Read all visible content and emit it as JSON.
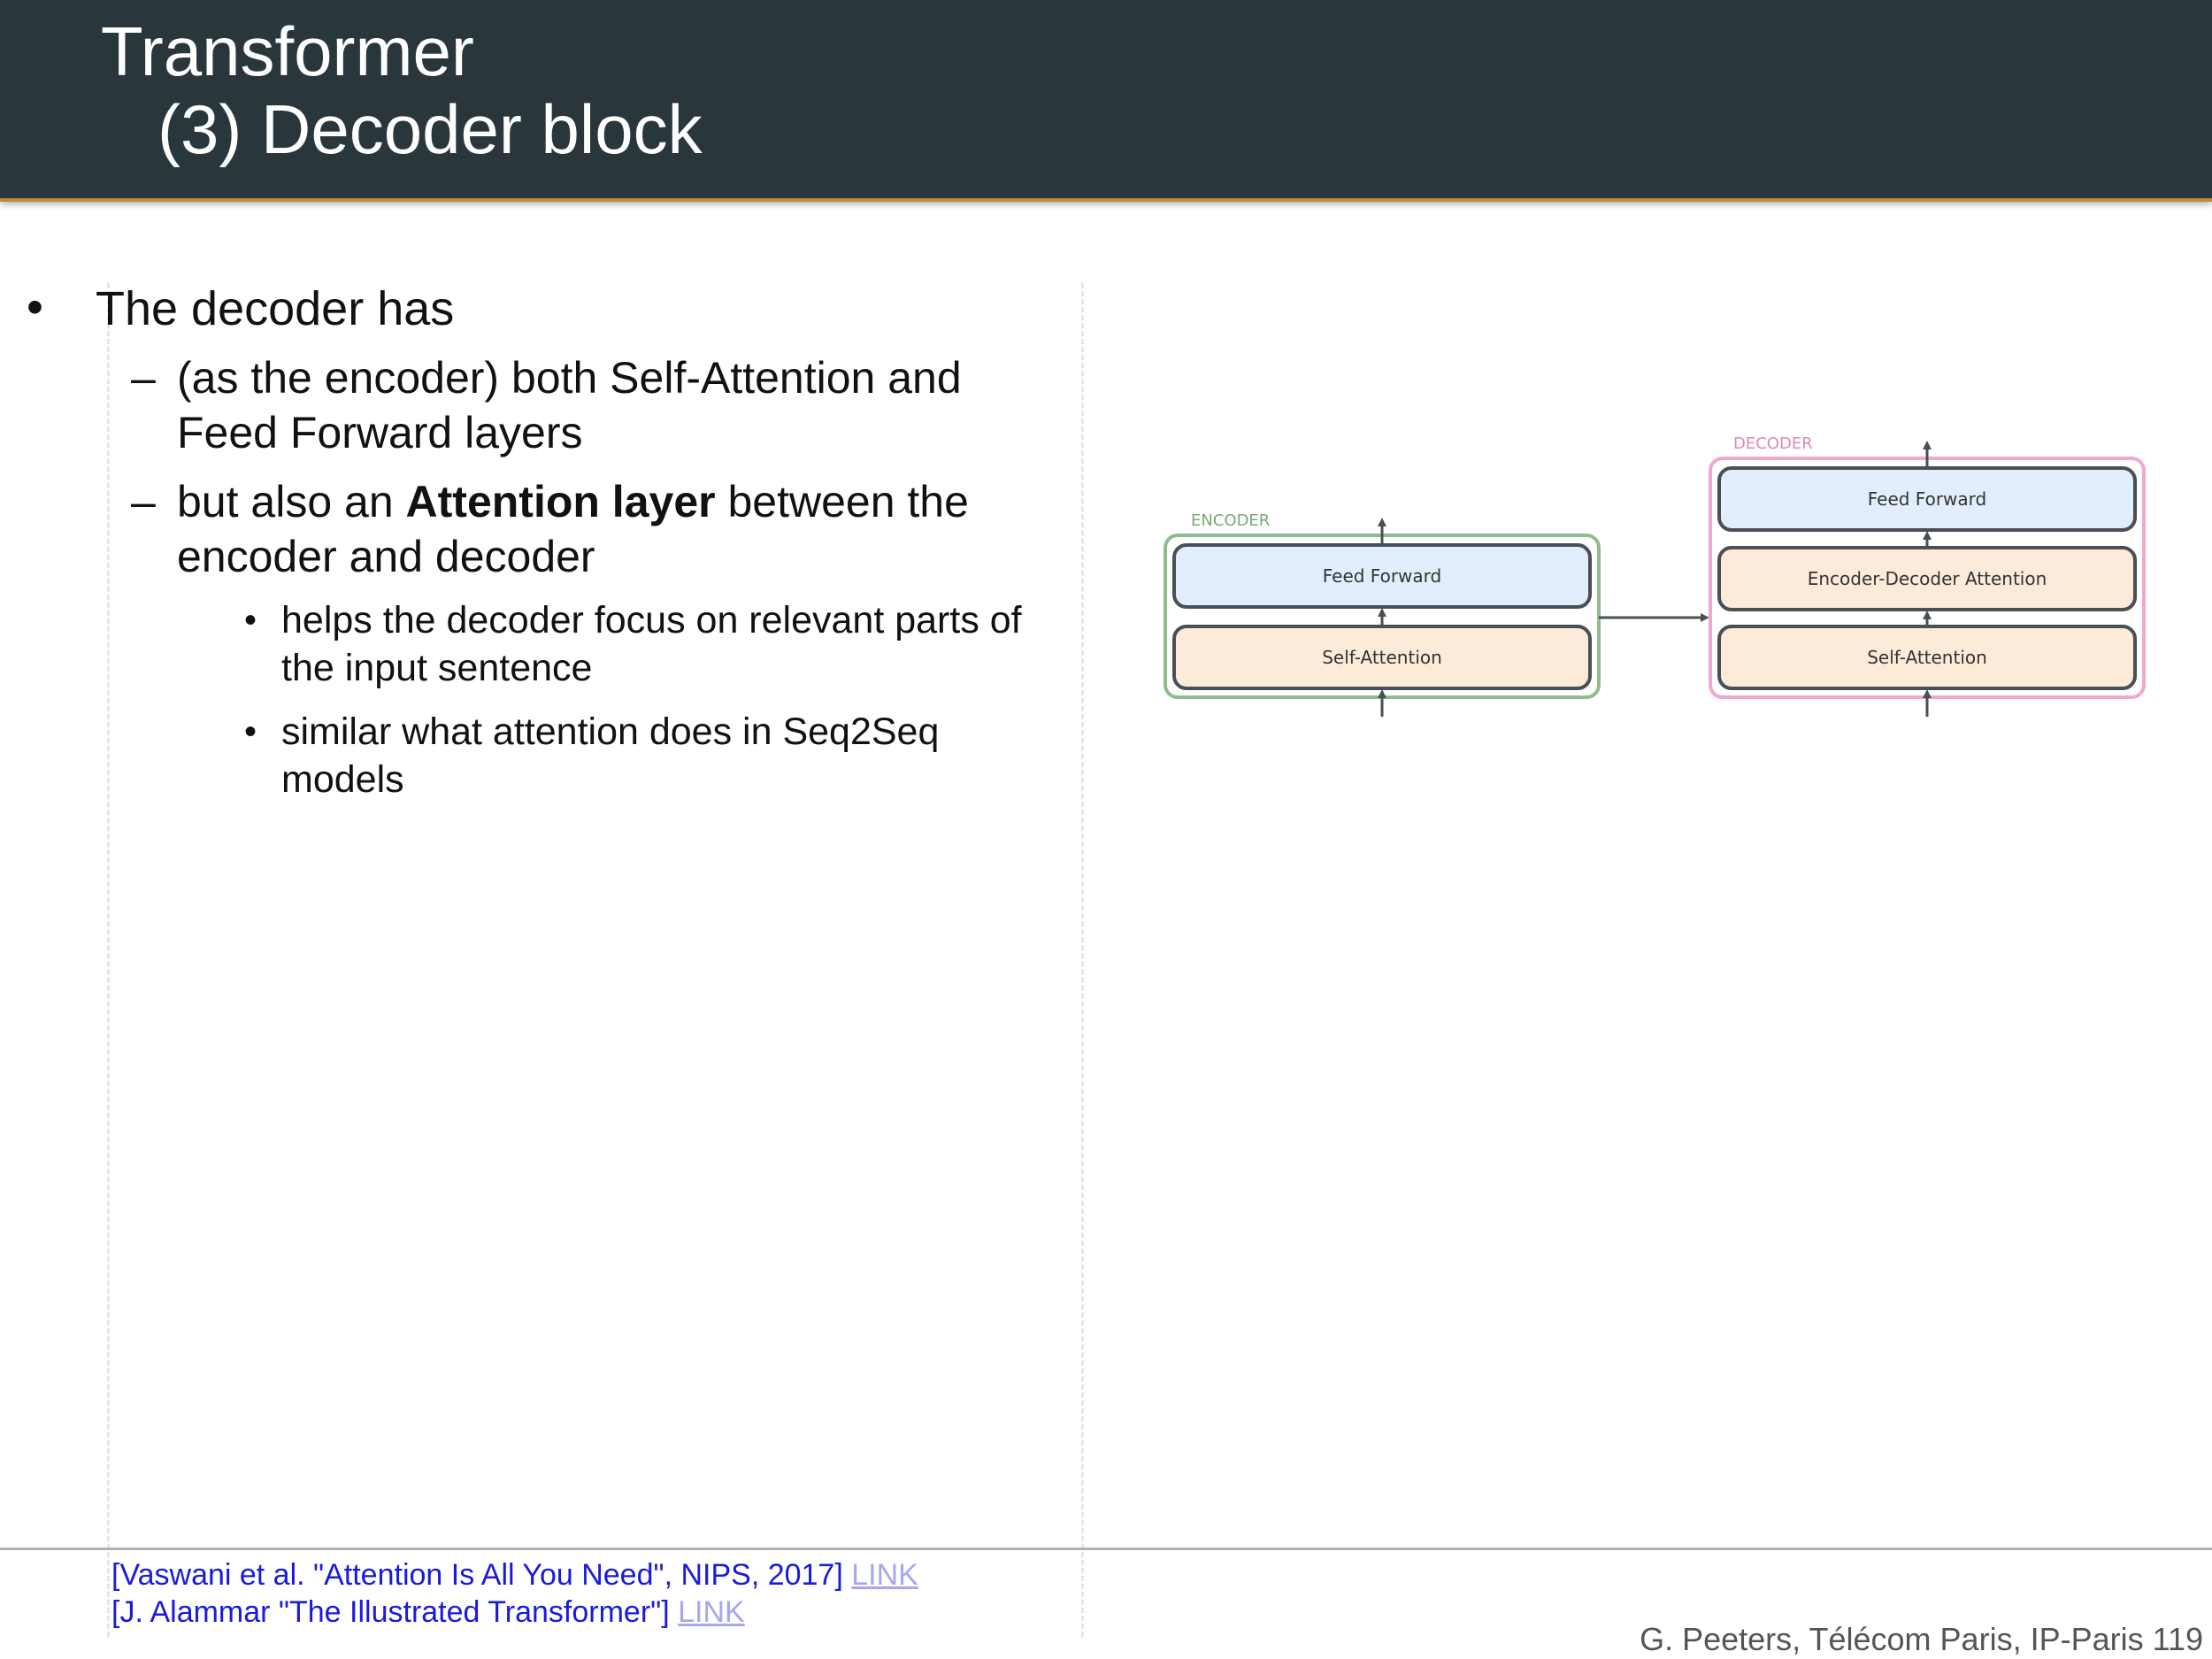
{
  "header": {
    "title_line1": "Transformer",
    "title_line2": "(3) Decoder block"
  },
  "content": {
    "bullet_1": "The decoder has",
    "sub_1": "(as the encoder) both Self-Attention and Feed Forward layers",
    "sub_2_before": "but also an ",
    "sub_2_bold": "Attention layer",
    "sub_2_after": " between the encoder and decoder",
    "subsub_1": "helps the decoder focus on relevant parts of the input sentence",
    "subsub_2": "similar what attention does in Seq2Seq models",
    "dash": "–",
    "dot": "•"
  },
  "diagram": {
    "encoder_label": "ENCODER",
    "decoder_label": "DECODER",
    "encoder_layers": [
      "Feed Forward",
      "Self-Attention"
    ],
    "decoder_layers": [
      "Feed Forward",
      "Encoder-Decoder Attention",
      "Self-Attention"
    ],
    "colors": {
      "encoder_border": "#8fbc8f",
      "decoder_border": "#f0a8d0",
      "feed_forward_fill": "#e2eefb",
      "attention_fill": "#fcebd9",
      "layer_border": "#4a4f56"
    }
  },
  "footer": {
    "ref_1_text": "[Vaswani et al. \"Attention Is All You Need\", NIPS, 2017] ",
    "ref_1_link": "LINK",
    "ref_2_text": "[J. Alammar \"The Illustrated Transformer\"] ",
    "ref_2_link": "LINK",
    "credit": "G. Peeters, Télécom Paris, IP-Paris 119"
  }
}
